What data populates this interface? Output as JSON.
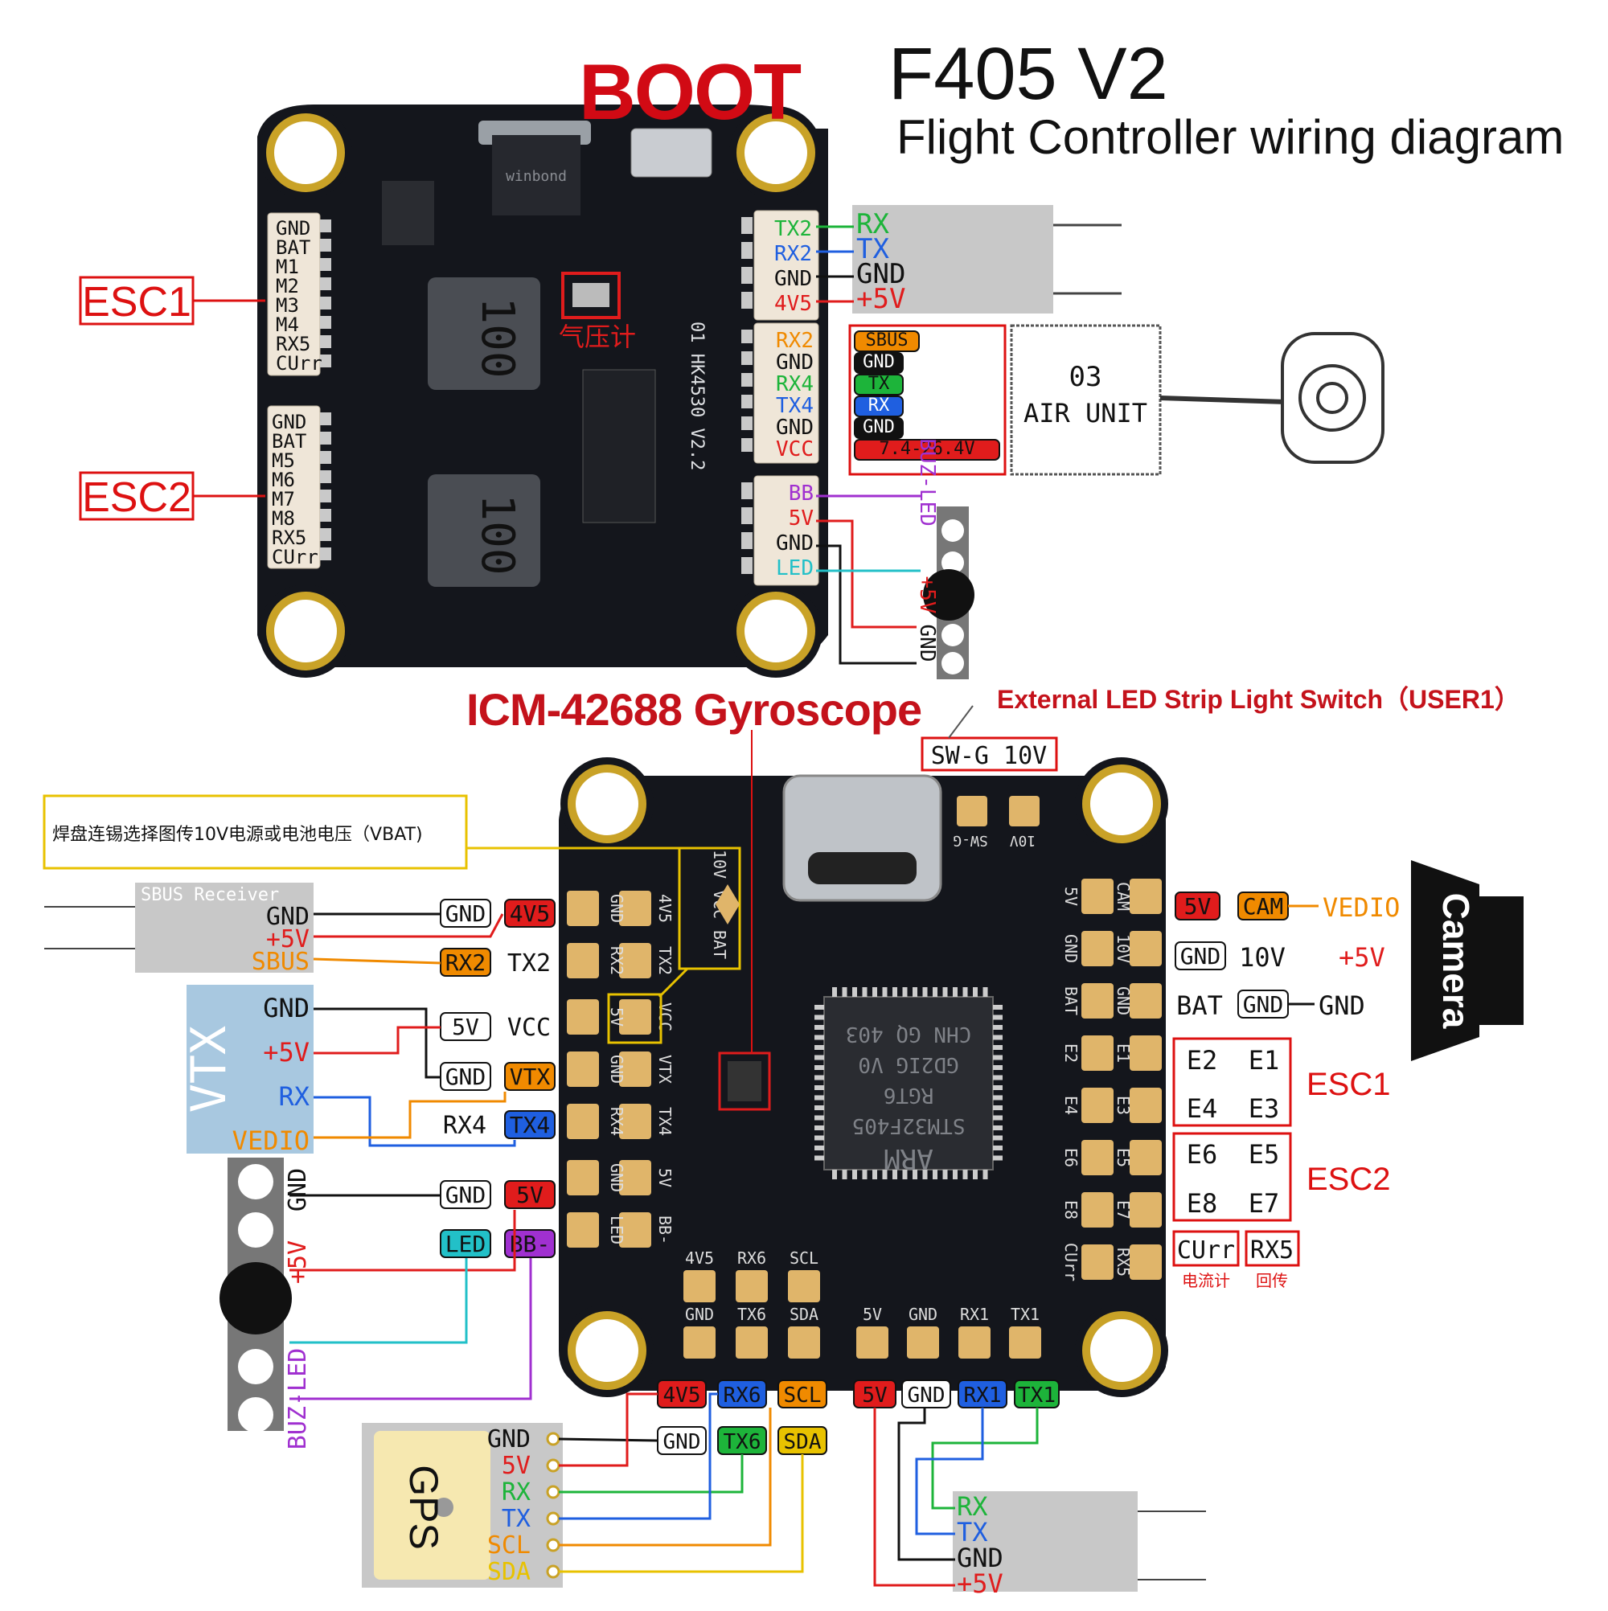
{
  "header": {
    "title": "F405 V2",
    "subtitle": "Flight Controller wiring diagram",
    "boot_label": "BOOT",
    "gyro_label": "ICM-42688 Gyroscope",
    "led_switch_label": "External LED Strip Light Switch（USER1）",
    "swg_label": "SW-G 10V",
    "vbat_note": "焊盘连锡选择图传10V电源或电池电压（VBAT)"
  },
  "top_board": {
    "marking": "01 HK4530 V2.2",
    "barometer": "气压计",
    "inductor": "100",
    "flash_chip": "winbond",
    "esc1_label": "ESC1",
    "esc2_label": "ESC2",
    "esc1_pins": [
      "GND",
      "BAT",
      "M1",
      "M2",
      "M3",
      "M4",
      "RX5",
      "CUrr"
    ],
    "esc2_pins": [
      "GND",
      "BAT",
      "M5",
      "M6",
      "M7",
      "M8",
      "RX5",
      "CUrr"
    ],
    "rx_conn": [
      "TX2",
      "RX2",
      "GND",
      "4V5"
    ],
    "rx_dev": [
      "RX",
      "TX",
      "GND",
      "+5V"
    ],
    "air_conn": [
      "RX2",
      "GND",
      "RX4",
      "TX4",
      "GND",
      "VCC"
    ],
    "air_dev": [
      "SBUS",
      "GND",
      "TX",
      "RX",
      "GND",
      "7.4-26.4V"
    ],
    "air_unit": [
      "03",
      "AIR UNIT"
    ],
    "buz_conn": [
      "BB",
      "5V",
      "GND",
      "LED"
    ],
    "buz_labels": [
      "BUZ-LED",
      "+5V",
      "GND"
    ]
  },
  "bottom_board": {
    "sbus_recv": {
      "title": "SBUS Receiver",
      "pins": [
        "GND",
        "+5V",
        "SBUS"
      ]
    },
    "left_pads_a": [
      "GND",
      "RX2",
      "5V",
      "GND",
      "RX4",
      "GND",
      "LED"
    ],
    "left_pads_b": [
      "4V5",
      "TX2",
      "VCC",
      "VTX",
      "TX4",
      "5V",
      "BB-"
    ],
    "jumper_pads": [
      "10V",
      "VCC",
      "BAT"
    ],
    "mcu": [
      "ARM",
      "STM32F405",
      "RGT6",
      "GD2IG V0",
      "CHN GQ 403"
    ],
    "right_pads_a": [
      "5V",
      "GND",
      "BAT",
      "E2",
      "E4",
      "E6",
      "E8",
      "CUrr"
    ],
    "right_pads_b": [
      "CAM",
      "10V",
      "GND",
      "E1",
      "E3",
      "E5",
      "E7",
      "RX5"
    ],
    "top_pads": [
      "SW-G",
      "10V"
    ],
    "bottom_pads_top": [
      "4V5",
      "RX6",
      "SCL"
    ],
    "bottom_pads_bot": [
      "GND",
      "TX6",
      "SDA",
      "5V",
      "GND",
      "RX1",
      "TX1"
    ],
    "left_tags": [
      {
        "a": "GND",
        "b": "4V5"
      },
      {
        "a": "RX2",
        "b": "TX2"
      },
      {
        "a": "5V",
        "b": "VCC"
      },
      {
        "a": "GND",
        "b": "VTX"
      },
      {
        "a": "RX4",
        "b": "TX4"
      },
      {
        "a": "GND",
        "b": "5V"
      },
      {
        "a": "LED",
        "b": "BB-"
      }
    ],
    "vtx": {
      "title": "VTX",
      "pins": [
        "GND",
        "+5V",
        "RX",
        "VEDIO"
      ]
    },
    "buzzer_labels": [
      "GND",
      "+5V",
      "BUZ-LED"
    ],
    "right_tags": {
      "row1": [
        "5V",
        "CAM",
        "VEDIO"
      ],
      "row2": [
        "GND",
        "10V",
        "+5V"
      ],
      "row3": [
        "BAT",
        "GND",
        "GND"
      ],
      "esc1": [
        "E2",
        "E1",
        "E4",
        "E3"
      ],
      "esc2": [
        "E6",
        "E5",
        "E8",
        "E7"
      ],
      "esc1_label": "ESC1",
      "esc2_label": "ESC2",
      "curr": "CUrr",
      "rx5": "RX5",
      "curr_cn": "电流计",
      "rx5_cn": "回传"
    },
    "camera_label": "Camera",
    "bottom_tags_a": [
      "4V5",
      "RX6",
      "SCL"
    ],
    "bottom_tags_b": [
      "GND",
      "TX6",
      "SDA"
    ],
    "bottom_tags_c": [
      "5V",
      "GND",
      "RX1",
      "TX1"
    ],
    "gps": {
      "title": "GPS",
      "pins": [
        "GND",
        "5V",
        "RX",
        "TX",
        "SCL",
        "SDA"
      ]
    },
    "recv2_pins": [
      "RX",
      "TX",
      "GND",
      "+5V"
    ]
  },
  "colors": {
    "red": "#e01c1c",
    "orange": "#f08a00",
    "green": "#1db43a",
    "blue": "#1f5fe0",
    "yellow": "#e8c200",
    "purple": "#a030d0",
    "cyan": "#22c0c8",
    "board": "#14161c",
    "pad": "#e0b56a"
  }
}
